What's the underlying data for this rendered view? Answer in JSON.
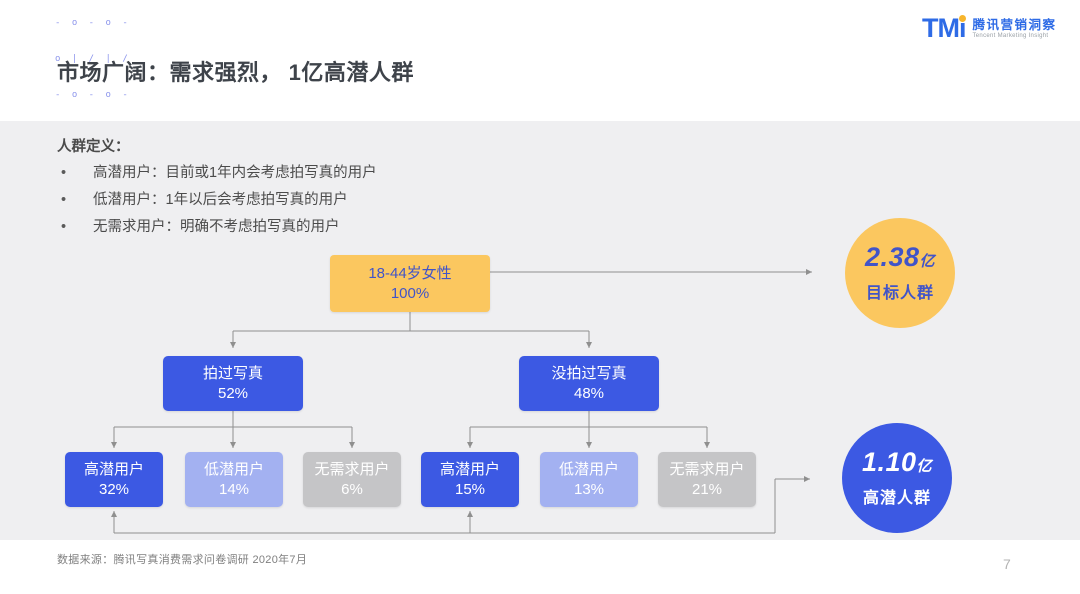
{
  "page": {
    "title": "市场广阔：需求强烈， 1亿高潜人群",
    "source": "数据来源：腾讯写真消费需求问卷调研 2020年7月",
    "page_number": "7"
  },
  "logo": {
    "abbr": "TMi",
    "name_cn": "腾讯营销洞察",
    "name_en": "Tencent Marketing Insight"
  },
  "decoration": {
    "rows": [
      "- o - o -",
      "o | / | /",
      "- o - o -",
      "o | / | /"
    ]
  },
  "definitions": {
    "heading": "人群定义：",
    "bullet": "•",
    "items": [
      "高潜用户：目前或1年内会考虑拍写真的用户",
      "低潜用户：1年以后会考虑拍写真的用户",
      "无需求用户：明确不考虑拍写真的用户"
    ]
  },
  "flowchart": {
    "root": {
      "label": "18-44岁女性",
      "value": "100%"
    },
    "level2": [
      {
        "label": "拍过写真",
        "value": "52%"
      },
      {
        "label": "没拍过写真",
        "value": "48%"
      }
    ],
    "level3": [
      {
        "label": "高潜用户",
        "value": "32%"
      },
      {
        "label": "低潜用户",
        "value": "14%"
      },
      {
        "label": "无需求用户",
        "value": "6%"
      },
      {
        "label": "高潜用户",
        "value": "15%"
      },
      {
        "label": "低潜用户",
        "value": "13%"
      },
      {
        "label": "无需求用户",
        "value": "21%"
      }
    ],
    "badges": [
      {
        "value": "2.38",
        "unit": "亿",
        "label": "目标人群"
      },
      {
        "value": "1.10",
        "unit": "亿",
        "label": "高潜人群"
      }
    ]
  },
  "chart_data": {
    "type": "tree",
    "title": "市场广阔：需求强烈， 1亿高潜人群",
    "unit": "%",
    "nodes": [
      {
        "id": "root",
        "label": "18-44岁女性",
        "value": 100,
        "parent": null
      },
      {
        "id": "shot",
        "label": "拍过写真",
        "value": 52,
        "parent": "root"
      },
      {
        "id": "notshot",
        "label": "没拍过写真",
        "value": 48,
        "parent": "root"
      },
      {
        "id": "shot-high",
        "label": "高潜用户",
        "value": 32,
        "parent": "shot"
      },
      {
        "id": "shot-low",
        "label": "低潜用户",
        "value": 14,
        "parent": "shot"
      },
      {
        "id": "shot-none",
        "label": "无需求用户",
        "value": 6,
        "parent": "shot"
      },
      {
        "id": "notshot-high",
        "label": "高潜用户",
        "value": 15,
        "parent": "notshot"
      },
      {
        "id": "notshot-low",
        "label": "低潜用户",
        "value": 13,
        "parent": "notshot"
      },
      {
        "id": "notshot-none",
        "label": "无需求用户",
        "value": 21,
        "parent": "notshot"
      }
    ],
    "callouts": [
      {
        "value": "2.38亿",
        "label": "目标人群",
        "links_from": "root"
      },
      {
        "value": "1.10亿",
        "label": "高潜人群",
        "links_from": [
          "shot-high",
          "notshot-high"
        ]
      }
    ],
    "colors": {
      "root": "#fbc75f",
      "high": "#3c59e3",
      "low": "#a3b1f1",
      "none": "#c5c5c7",
      "panel": "#efeff1",
      "line": "#8f8f8f"
    }
  }
}
